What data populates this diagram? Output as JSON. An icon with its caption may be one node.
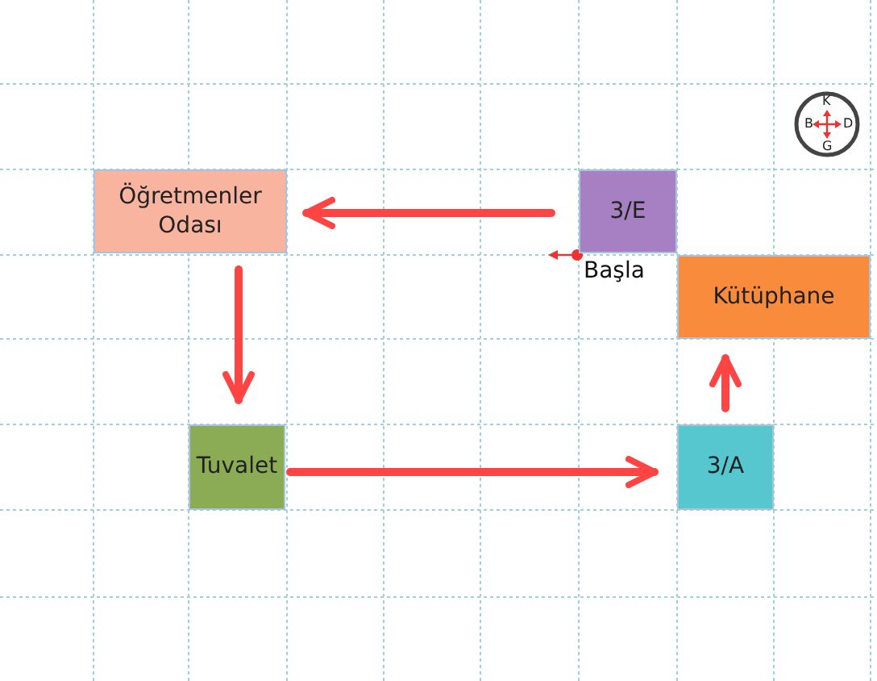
{
  "diagram": {
    "nodes": [
      {
        "text": [
          "Öğretmenler Odası"
        ]
      },
      {
        "text": [
          "3/E"
        ]
      },
      {
        "text": [
          "Kütüphane"
        ]
      },
      {
        "text": [
          "Tuvalet"
        ]
      },
      {
        "text": [
          "3/A"
        ]
      }
    ],
    "edges": [
      {
        "from": 1,
        "to": 0,
        "arrow": "to"
      },
      {
        "from": 0,
        "to": 3,
        "arrow": "to"
      },
      {
        "from": 3,
        "to": 4,
        "arrow": "to"
      },
      {
        "from": 4,
        "to": 2,
        "arrow": "to"
      }
    ],
    "labels": [
      "Başla",
      "K",
      "B",
      "D",
      "G"
    ]
  }
}
